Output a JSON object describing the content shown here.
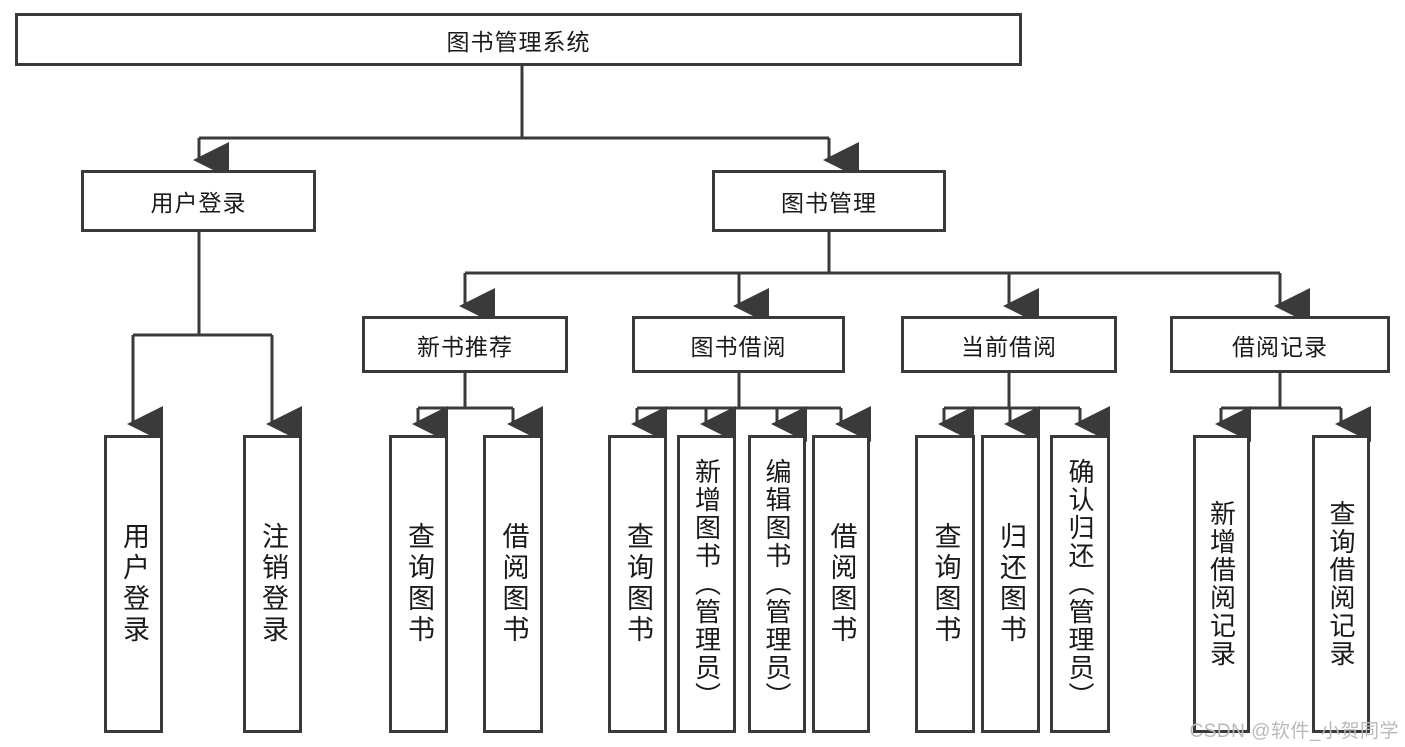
{
  "diagram": {
    "title": "图书管理系统",
    "type": "hierarchy-tree",
    "root": {
      "label": "图书管理系统"
    },
    "level2": [
      {
        "label": "用户登录"
      },
      {
        "label": "图书管理"
      }
    ],
    "level3": [
      {
        "label": "新书推荐"
      },
      {
        "label": "图书借阅"
      },
      {
        "label": "当前借阅"
      },
      {
        "label": "借阅记录"
      }
    ],
    "leaves": {
      "user_login": [
        "用户登录",
        "注销登录"
      ],
      "new_book_recommend": [
        "查询图书",
        "借阅图书"
      ],
      "book_borrow": [
        "查询图书",
        "新增图书（管理员）",
        "编辑图书（管理员）",
        "借阅图书"
      ],
      "current_borrow": [
        "查询图书",
        "归还图书",
        "确认归还（管理员）"
      ],
      "borrow_record": [
        "新增借阅记录",
        "查询借阅记录"
      ]
    }
  },
  "watermark": {
    "text": "CSDN @软件_小贺同学"
  },
  "colors": {
    "stroke": "#3a3a3a",
    "background": "#ffffff",
    "text": "#1a1a1a",
    "watermark": "#b9b9b9"
  }
}
